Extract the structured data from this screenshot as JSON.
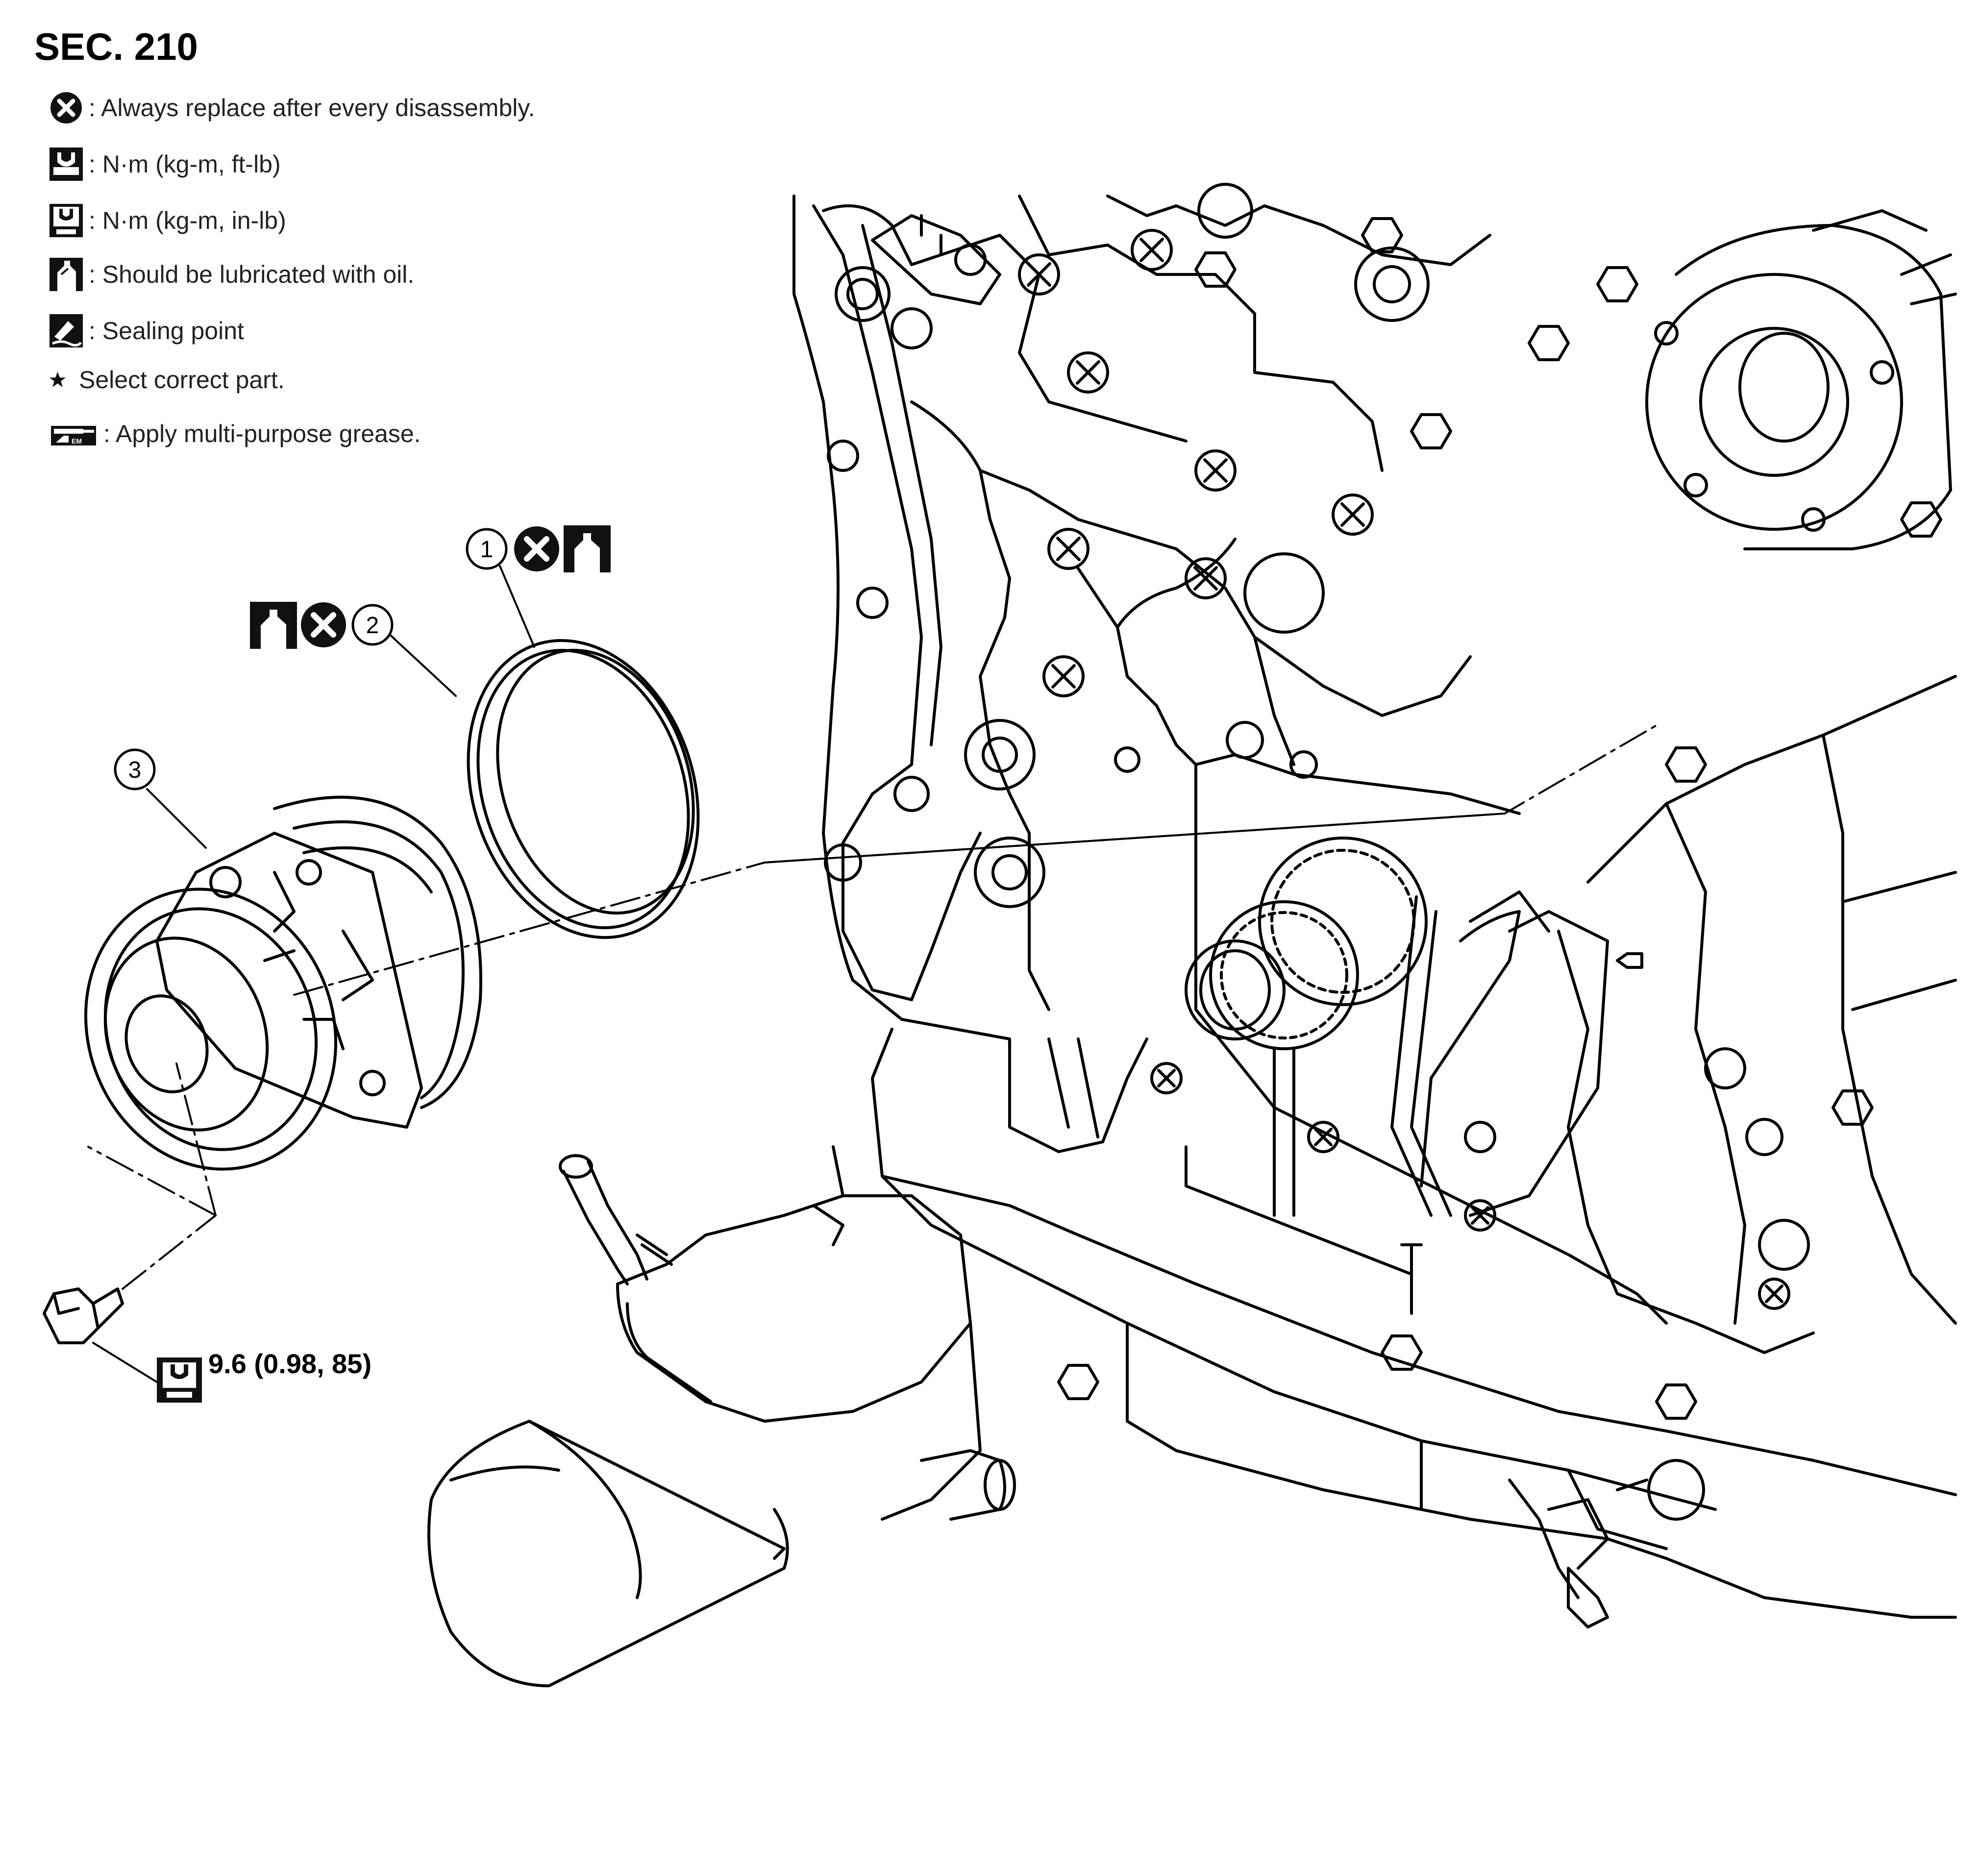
{
  "section_title": "SEC. 210",
  "legend": [
    {
      "icon": "replace-x-icon",
      "text": ": Always replace after every disassembly."
    },
    {
      "icon": "torque-ftlb-icon",
      "text": ": N·m (kg-m, ft-lb)"
    },
    {
      "icon": "torque-inlb-icon",
      "text": ": N·m (kg-m, in-lb)"
    },
    {
      "icon": "oil-can-icon",
      "text": ": Should be lubricated with oil."
    },
    {
      "icon": "sealing-point-icon",
      "text": ": Sealing point"
    },
    {
      "icon": "star-icon",
      "text": "Select correct part."
    },
    {
      "icon": "grease-gun-icon",
      "text": ": Apply multi-purpose grease."
    }
  ],
  "callouts": [
    {
      "number": "1",
      "part": "o-ring"
    },
    {
      "number": "2",
      "part": "o-ring"
    },
    {
      "number": "3",
      "part": "water-pump"
    }
  ],
  "torque_spec": "9.6 (0.98, 85)"
}
